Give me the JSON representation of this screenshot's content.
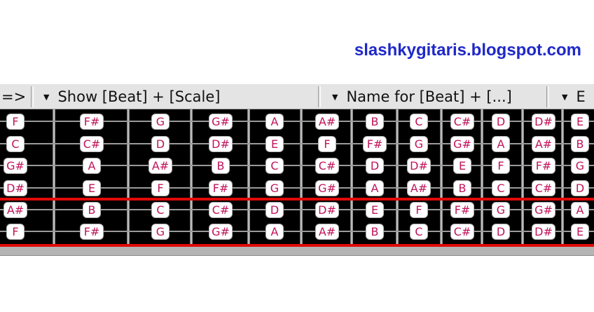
{
  "watermark": "slashkygitaris.blogspot.com",
  "toolbar": {
    "arrow": "=>",
    "show": "Show [Beat] + [Scale]",
    "name_for": "Name for [Beat] + [...]",
    "cut": "E"
  },
  "fretboard": {
    "strings": [
      [
        "F",
        "F#",
        "G",
        "G#",
        "A",
        "A#",
        "B",
        "C",
        "C#",
        "D",
        "D#",
        "E"
      ],
      [
        "C",
        "C#",
        "D",
        "D#",
        "E",
        "F",
        "F#",
        "G",
        "G#",
        "A",
        "A#",
        "B"
      ],
      [
        "G#",
        "A",
        "A#",
        "B",
        "C",
        "C#",
        "D",
        "D#",
        "E",
        "F",
        "F#",
        "G"
      ],
      [
        "D#",
        "E",
        "F",
        "F#",
        "G",
        "G#",
        "A",
        "A#",
        "B",
        "C",
        "C#",
        "D"
      ],
      [
        "A#",
        "B",
        "C",
        "C#",
        "D",
        "D#",
        "E",
        "F",
        "F#",
        "G",
        "G#",
        "A"
      ],
      [
        "F",
        "F#",
        "G",
        "G#",
        "A",
        "A#",
        "B",
        "C",
        "C#",
        "D",
        "D#",
        "E"
      ]
    ]
  },
  "colors": {
    "watermark": "#1f28c8",
    "note_text": "#c0145a",
    "highlight_line": "#e10a0a"
  }
}
